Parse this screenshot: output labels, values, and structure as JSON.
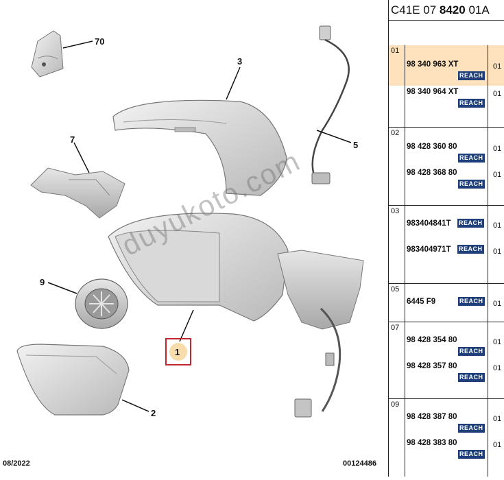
{
  "header": {
    "prefix": "C41E 07 ",
    "code": "8420",
    "suffix": " 01A"
  },
  "diagram": {
    "callouts": [
      "70",
      "3",
      "7",
      "5",
      "9",
      "1",
      "2"
    ],
    "date": "08/2022",
    "ref_number": "00124486",
    "watermark": "duyukoto.com",
    "highlight_color": "#c0262d"
  },
  "groups": [
    {
      "code": "01",
      "highlighted": true,
      "entries": [
        {
          "part_no": "98 340 963 XT",
          "qty": "01",
          "reach": "REACH"
        },
        {
          "part_no": "98 340 964 XT",
          "qty": "01",
          "reach": "REACH"
        }
      ]
    },
    {
      "code": "02",
      "entries": [
        {
          "part_no": "98 428 360 80",
          "qty": "01",
          "reach": "REACH"
        },
        {
          "part_no": "98 428 368 80",
          "qty": "01",
          "reach": "REACH"
        }
      ]
    },
    {
      "code": "03",
      "entries": [
        {
          "part_no": "983404841T",
          "qty": "01",
          "reach": "REACH"
        },
        {
          "part_no": "983404971T",
          "qty": "01",
          "reach": "REACH"
        }
      ]
    },
    {
      "code": "05",
      "entries": [
        {
          "part_no": "6445 F9",
          "qty": "01",
          "reach": "REACH"
        }
      ]
    },
    {
      "code": "07",
      "entries": [
        {
          "part_no": "98 428 354 80",
          "qty": "01",
          "reach": "REACH"
        },
        {
          "part_no": "98 428 357 80",
          "qty": "01",
          "reach": "REACH"
        }
      ]
    },
    {
      "code": "09",
      "entries": [
        {
          "part_no": "98 428 387 80",
          "qty": "01",
          "reach": "REACH"
        },
        {
          "part_no": "98 428 383 80",
          "qty": "01",
          "reach": "REACH"
        }
      ]
    }
  ]
}
